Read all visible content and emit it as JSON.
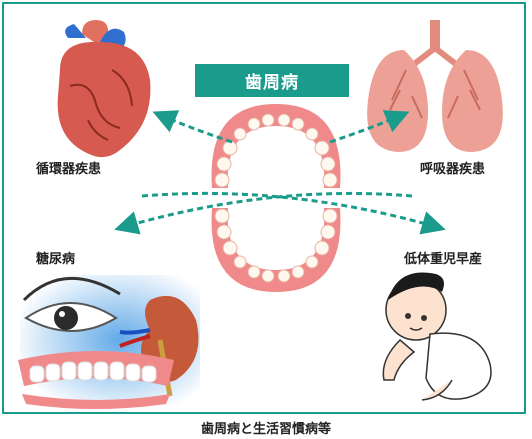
{
  "title": "歯周病",
  "labels": {
    "cardio": "循環器疾患",
    "respiratory": "呼吸器疾患",
    "diabetes": "糖尿病",
    "low_birth_weight": "低体重児早産"
  },
  "caption": "歯周病と生活習慣病等",
  "colors": {
    "accent": "#1a9b8c",
    "heart": "#d65a50",
    "lungs": "#e48b7f",
    "gums": "#f08a8a",
    "kidney": "#c45a3a"
  }
}
